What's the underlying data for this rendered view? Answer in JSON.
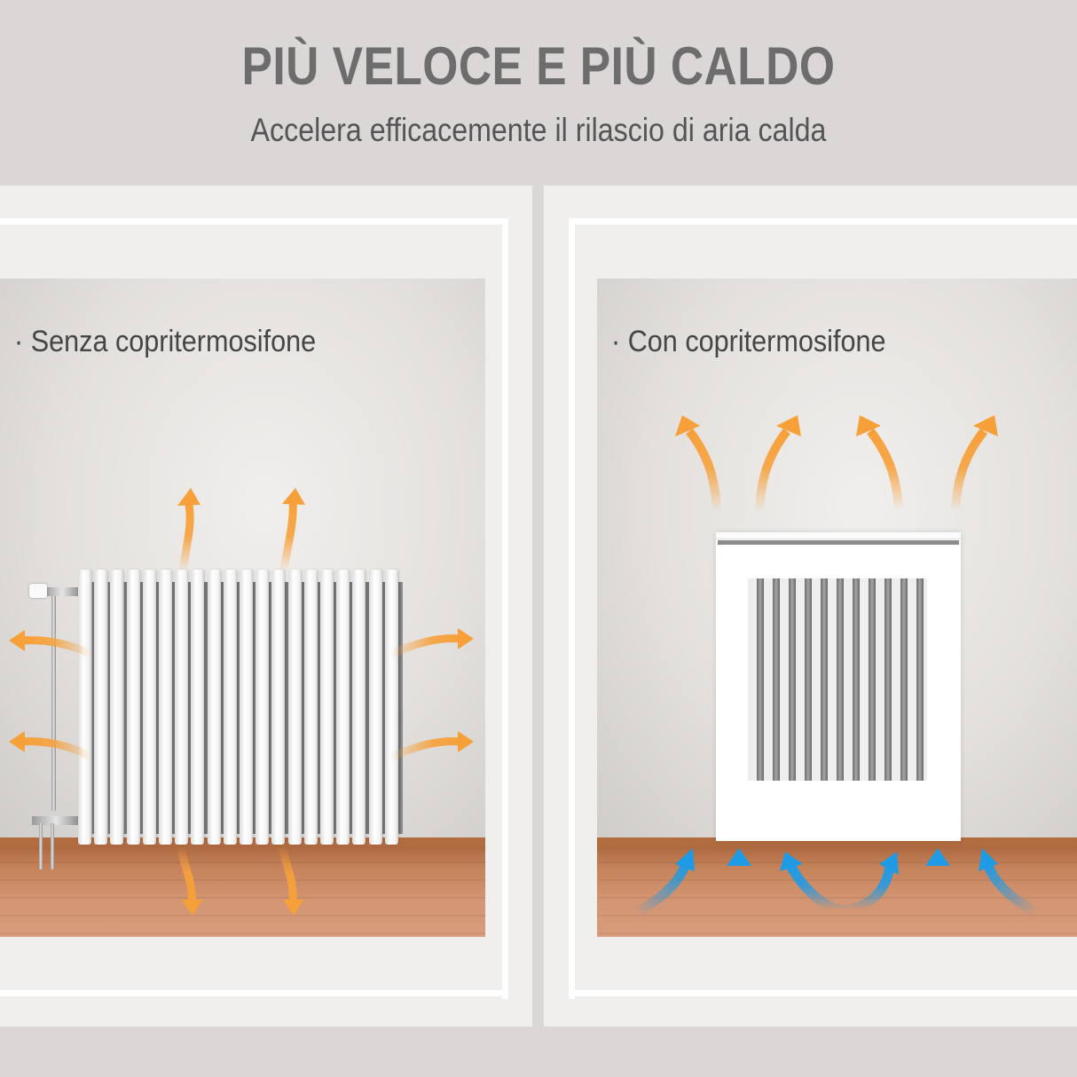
{
  "header": {
    "title": "PIÙ VELOCE E PIÙ CALDO",
    "subtitle": "Accelera efficacemente il rilascio di aria calda"
  },
  "panels": [
    {
      "caption": "· Senza copritermosifone",
      "scene": "radiator-without-cover",
      "arrows": {
        "warm_orange": 8,
        "cool_blue": 0
      }
    },
    {
      "caption": "· Con copritermosifone",
      "scene": "radiator-with-cover",
      "arrows": {
        "warm_orange": 4,
        "cool_blue": 6
      }
    }
  ],
  "colors": {
    "background": "#dcd7d7",
    "panel": "#f0efee",
    "title_text": "#6d6d6d",
    "warm_arrow": "#f7a03a",
    "cool_arrow": "#1f9be6",
    "floor": "#c98a60"
  }
}
